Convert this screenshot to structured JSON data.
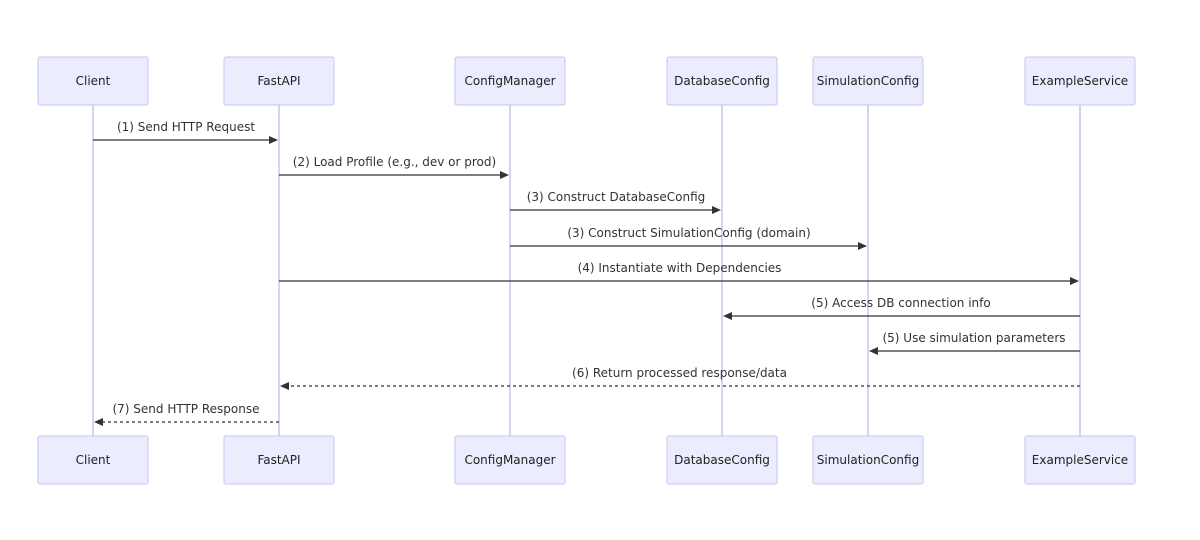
{
  "diagram": {
    "type": "sequence",
    "participants": [
      {
        "id": "client",
        "label": "Client"
      },
      {
        "id": "fastapi",
        "label": "FastAPI"
      },
      {
        "id": "configmanager",
        "label": "ConfigManager"
      },
      {
        "id": "databaseconfig",
        "label": "DatabaseConfig"
      },
      {
        "id": "simulationconfig",
        "label": "SimulationConfig"
      },
      {
        "id": "exampleservice",
        "label": "ExampleService"
      }
    ],
    "messages": [
      {
        "from": "client",
        "to": "fastapi",
        "label": "(1) Send HTTP Request",
        "style": "solid"
      },
      {
        "from": "fastapi",
        "to": "configmanager",
        "label": "(2) Load Profile (e.g., dev or prod)",
        "style": "solid"
      },
      {
        "from": "configmanager",
        "to": "databaseconfig",
        "label": "(3) Construct DatabaseConfig",
        "style": "solid"
      },
      {
        "from": "configmanager",
        "to": "simulationconfig",
        "label": "(3) Construct SimulationConfig (domain)",
        "style": "solid"
      },
      {
        "from": "fastapi",
        "to": "exampleservice",
        "label": "(4) Instantiate with Dependencies",
        "style": "solid"
      },
      {
        "from": "exampleservice",
        "to": "databaseconfig",
        "label": "(5) Access DB connection info",
        "style": "solid"
      },
      {
        "from": "exampleservice",
        "to": "simulationconfig",
        "label": "(5) Use simulation parameters",
        "style": "solid"
      },
      {
        "from": "exampleservice",
        "to": "fastapi",
        "label": "(6) Return processed response/data",
        "style": "dashed"
      },
      {
        "from": "fastapi",
        "to": "client",
        "label": "(7) Send HTTP Response",
        "style": "dashed"
      }
    ]
  }
}
